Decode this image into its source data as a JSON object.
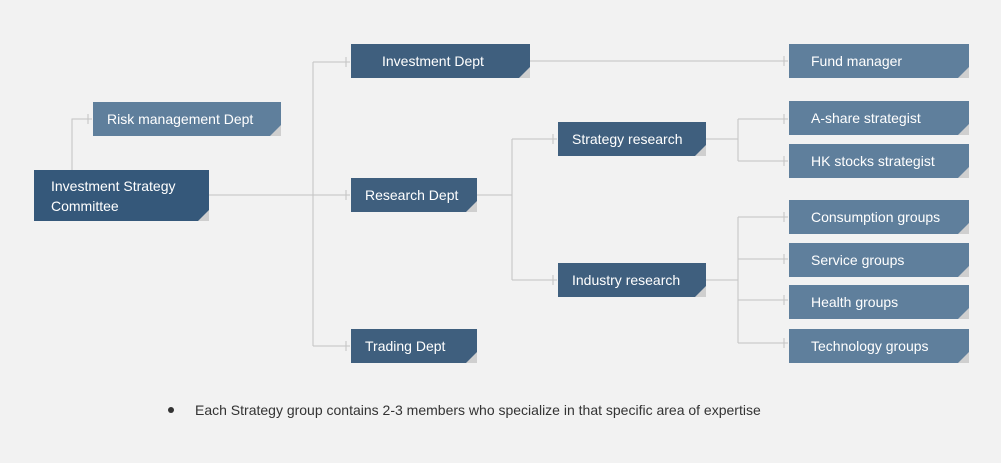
{
  "nodes": {
    "committee": "Investment Strategy Committee",
    "risk": "Risk management Dept",
    "investment": "Investment Dept",
    "research": "Research Dept",
    "trading": "Trading Dept",
    "fund_manager": "Fund manager",
    "strategy_research": "Strategy research",
    "industry_research": "Industry research",
    "a_share": "A-share strategist",
    "hk_stocks": "HK stocks strategist",
    "consumption": "Consumption groups",
    "service": "Service groups",
    "health": "Health groups",
    "technology": "Technology groups"
  },
  "note": "Each Strategy group contains 2-3 members who specialize in that specific area of expertise",
  "colors": {
    "background": "#f2f2f2",
    "node_dark": "#3f5f7e",
    "node_light": "#5f7f9c",
    "connector": "#c3c3c3"
  }
}
